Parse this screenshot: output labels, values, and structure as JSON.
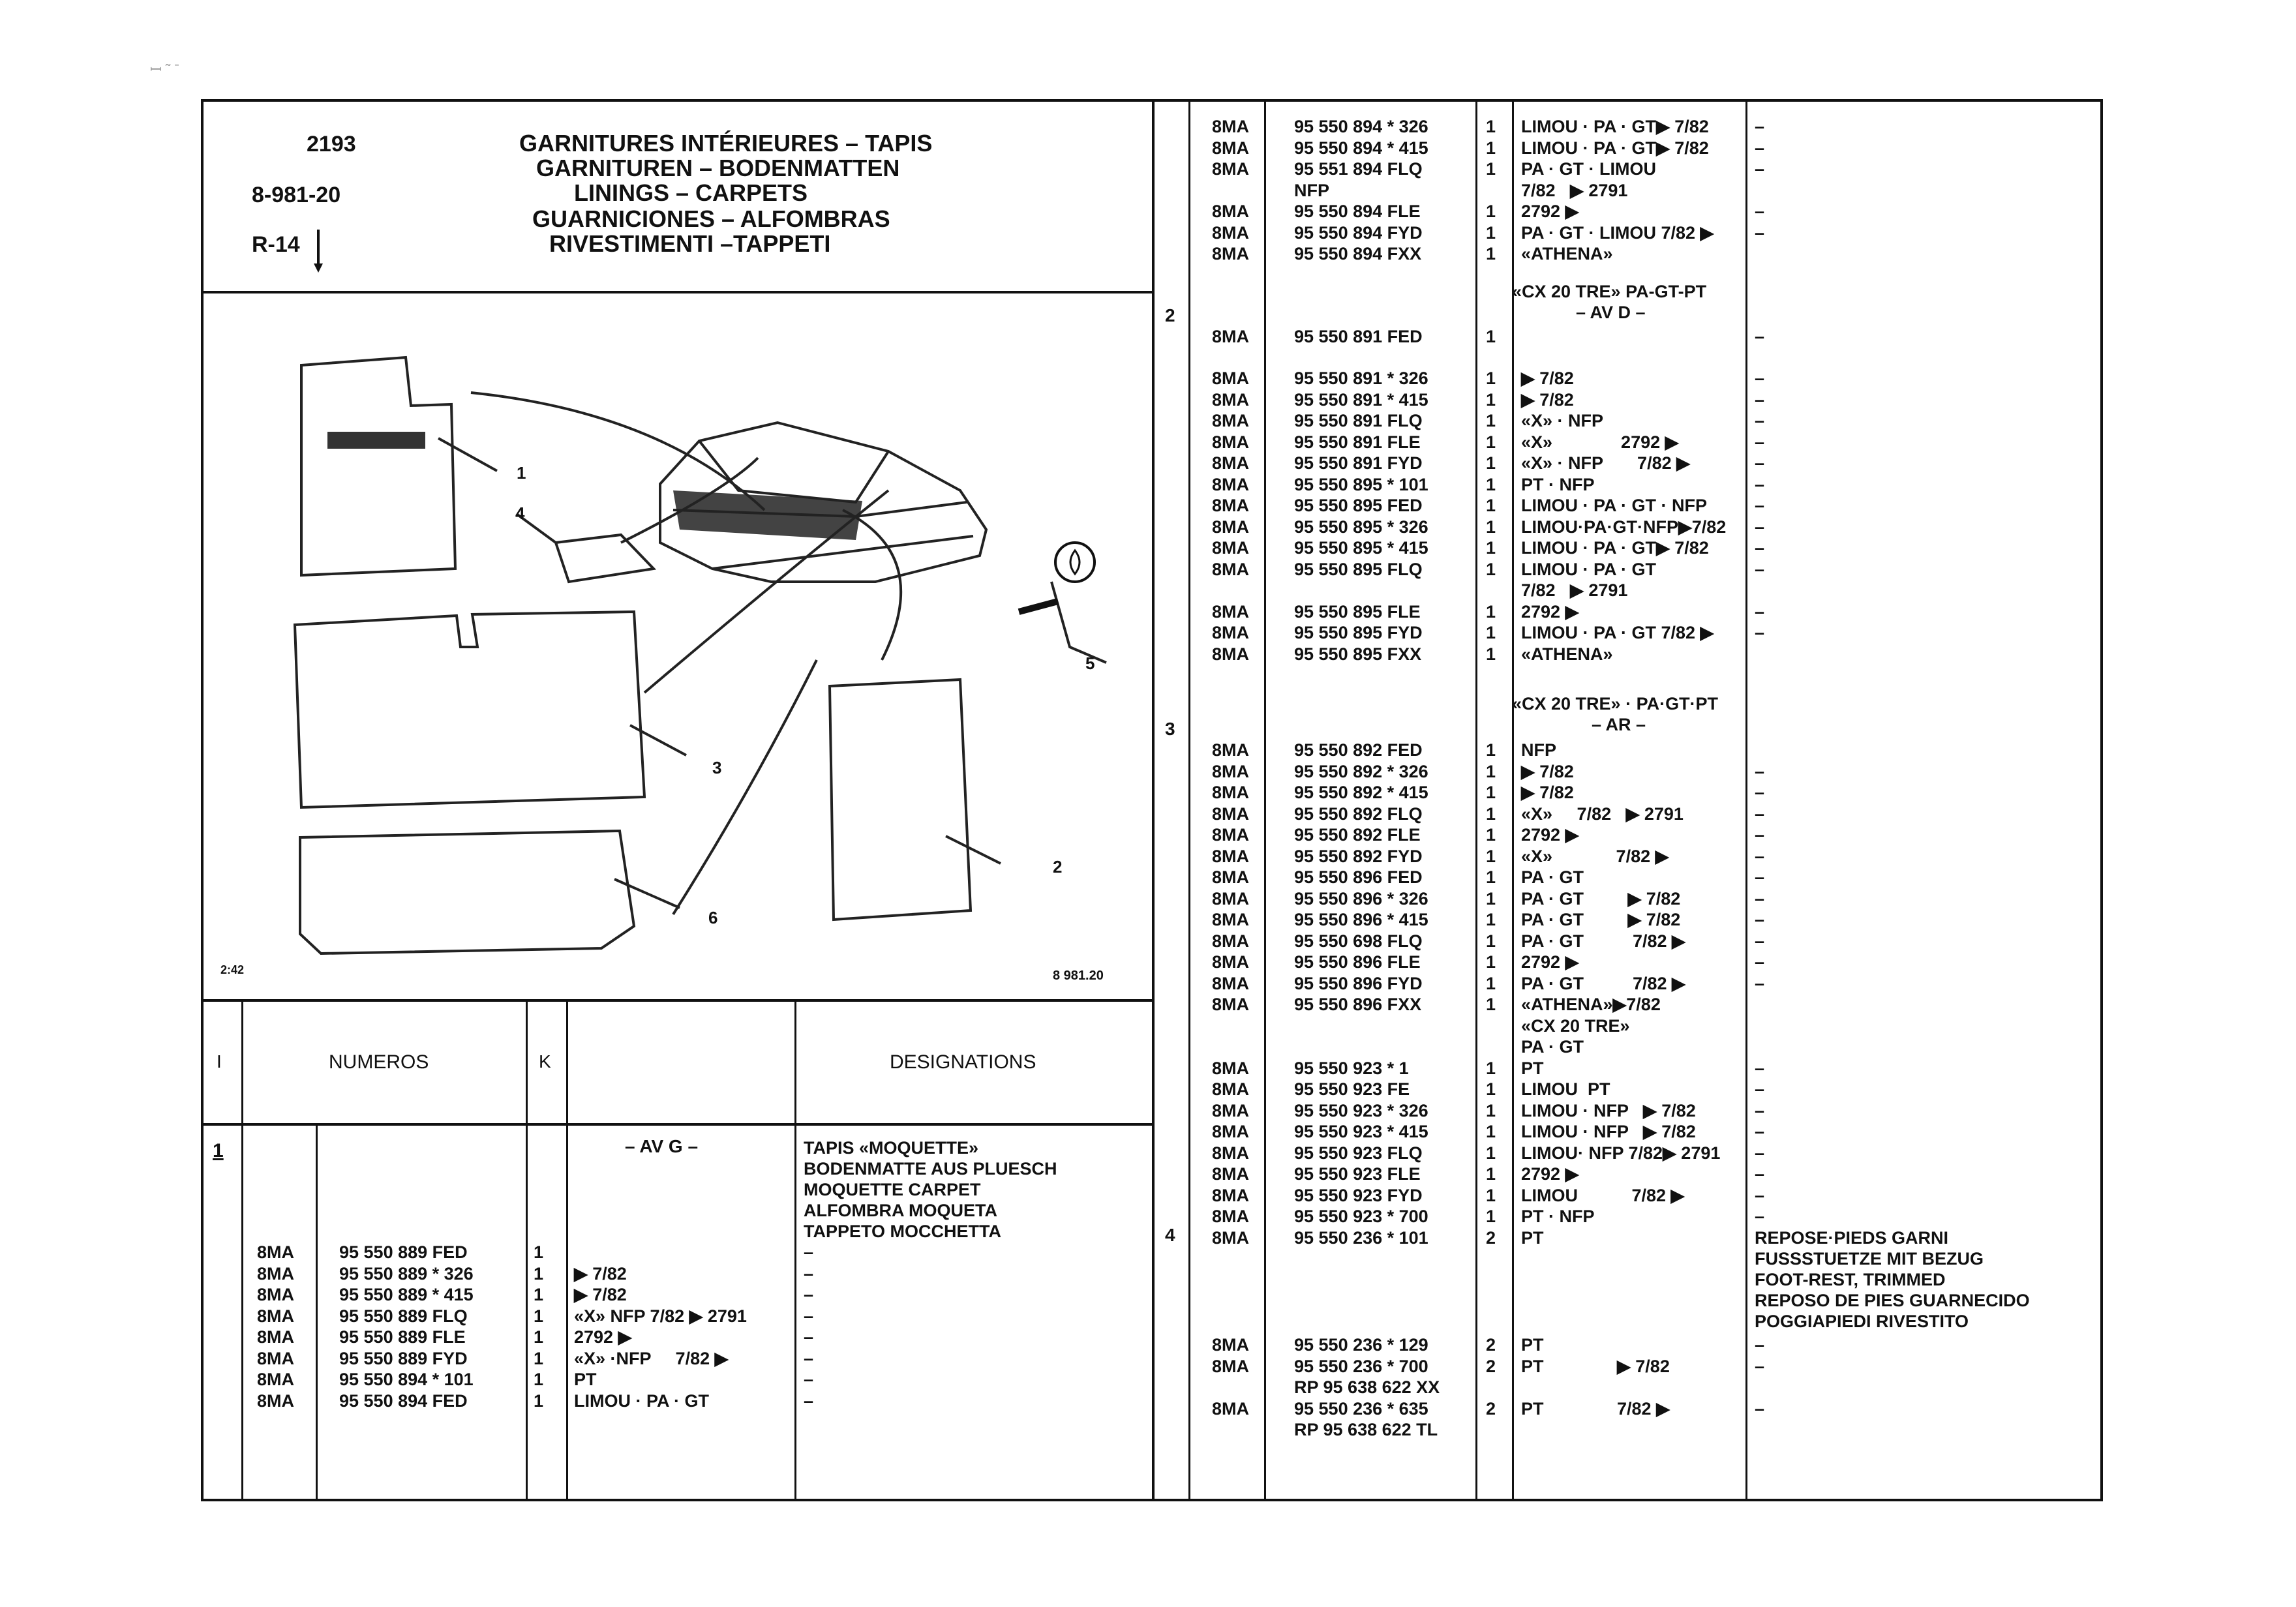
{
  "header": {
    "code": "2193",
    "ref": "8-981-20",
    "range": "R-14",
    "titles": [
      "GARNITURES INTÉRIEURES – TAPIS",
      "GARNITUREN – BODENMATTEN",
      "LININGS – CARPETS",
      "GUARNICIONES – ALFOMBRAS",
      "RIVESTIMENTI –TAPPETI"
    ]
  },
  "figure": {
    "callouts": [
      "1",
      "2",
      "3",
      "4",
      "5",
      "6"
    ],
    "corner_code": "2:42",
    "figure_ref": "8 981.20"
  },
  "table_header": {
    "col_i": "I",
    "col_numeros": "NUMEROS",
    "col_k": "K",
    "col_designations": "DESIGNATIONS"
  },
  "left_section": {
    "index": "1",
    "group": "– AV G –",
    "designation": [
      "TAPIS «MOQUETTE»",
      "BODENMATTE AUS PLUESCH",
      "MOQUETTE CARPET",
      "ALFOMBRA MOQUETA",
      "TAPPETO MOCCHETTA"
    ],
    "rows": [
      {
        "p": "8MA",
        "n": "95 550 889 FED",
        "k": "1",
        "v": "",
        "e": "–"
      },
      {
        "p": "8MA",
        "n": "95 550 889 * 326",
        "k": "1",
        "v": "▶ 7/82",
        "e": "–"
      },
      {
        "p": "8MA",
        "n": "95 550 889 * 415",
        "k": "1",
        "v": "▶ 7/82",
        "e": "–"
      },
      {
        "p": "8MA",
        "n": "95 550 889 FLQ",
        "k": "1",
        "v": "«X» NFP 7/82 ▶ 2791",
        "e": "–"
      },
      {
        "p": "8MA",
        "n": "95 550 889 FLE",
        "k": "1",
        "v": "2792 ▶",
        "e": "–"
      },
      {
        "p": "8MA",
        "n": "95 550 889 FYD",
        "k": "1",
        "v": "«X» ·NFP     7/82 ▶",
        "e": "–"
      },
      {
        "p": "8MA",
        "n": "95 550 894 * 101",
        "k": "1",
        "v": "PT",
        "e": "–"
      },
      {
        "p": "8MA",
        "n": "95 550 894 FED",
        "k": "1",
        "v": "LIMOU · PA · GT",
        "e": "–"
      }
    ]
  },
  "right_section": {
    "indexes": [
      "2",
      "3",
      "4"
    ],
    "rows_a": [
      {
        "p": "8MA",
        "n": "95 550 894 * 326",
        "k": "1",
        "v": "LIMOU · PA · GT▶ 7/82",
        "e": "–"
      },
      {
        "p": "8MA",
        "n": "95 550 894 * 415",
        "k": "1",
        "v": "LIMOU · PA · GT▶ 7/82",
        "e": "–"
      },
      {
        "p": "8MA",
        "n": "95 551 894 FLQ",
        "k": "1",
        "v": "PA · GT · LIMOU",
        "e": "–"
      },
      {
        "p": "",
        "n": "NFP",
        "k": "",
        "v": "7/82   ▶ 2791",
        "e": ""
      },
      {
        "p": "8MA",
        "n": "95 550 894 FLE",
        "k": "1",
        "v": "2792 ▶",
        "e": "–"
      },
      {
        "p": "8MA",
        "n": "95 550 894 FYD",
        "k": "1",
        "v": "PA · GT · LIMOU 7/82 ▶",
        "e": "–"
      },
      {
        "p": "8MA",
        "n": "95 550 894 FXX",
        "k": "1",
        "v": "«ATHENA»",
        "e": ""
      }
    ],
    "group_2": [
      "«CX 20 TRE» PA-GT-PT",
      "– AV D –"
    ],
    "rows_b": [
      {
        "p": "8MA",
        "n": "95 550 891 FED",
        "k": "1",
        "v": "",
        "e": "–"
      }
    ],
    "rows_c": [
      {
        "p": "8MA",
        "n": "95 550 891 * 326",
        "k": "1",
        "v": "▶ 7/82",
        "e": "–"
      },
      {
        "p": "8MA",
        "n": "95 550 891 * 415",
        "k": "1",
        "v": "▶ 7/82",
        "e": "–"
      },
      {
        "p": "8MA",
        "n": "95 550 891 FLQ",
        "k": "1",
        "v": "«X» · NFP",
        "e": "–"
      },
      {
        "p": "8MA",
        "n": "95 550 891 FLE",
        "k": "1",
        "v": "«X»              2792 ▶",
        "e": "–"
      },
      {
        "p": "8MA",
        "n": "95 550 891 FYD",
        "k": "1",
        "v": "«X» · NFP       7/82 ▶",
        "e": "–"
      },
      {
        "p": "8MA",
        "n": "95 550 895 * 101",
        "k": "1",
        "v": "PT · NFP",
        "e": "–"
      },
      {
        "p": "8MA",
        "n": "95 550 895 FED",
        "k": "1",
        "v": "LIMOU · PA · GT · NFP",
        "e": "–"
      },
      {
        "p": "8MA",
        "n": "95 550 895 * 326",
        "k": "1",
        "v": "LIMOU·PA·GT·NFP▶7/82",
        "e": "–"
      },
      {
        "p": "8MA",
        "n": "95 550 895 * 415",
        "k": "1",
        "v": "LIMOU · PA · GT▶ 7/82",
        "e": "–"
      },
      {
        "p": "8MA",
        "n": "95 550 895 FLQ",
        "k": "1",
        "v": "LIMOU · PA · GT",
        "e": "–"
      },
      {
        "p": "",
        "n": "",
        "k": "",
        "v": "7/82   ▶ 2791",
        "e": ""
      },
      {
        "p": "8MA",
        "n": "95 550 895 FLE",
        "k": "1",
        "v": "2792 ▶",
        "e": "–"
      },
      {
        "p": "8MA",
        "n": "95 550 895 FYD",
        "k": "1",
        "v": "LIMOU · PA · GT 7/82 ▶",
        "e": "–"
      },
      {
        "p": "8MA",
        "n": "95 550 895 FXX",
        "k": "1",
        "v": "«ATHENA»",
        "e": ""
      }
    ],
    "group_3": [
      "«CX 20 TRE» · PA·GT·PT",
      "– AR –"
    ],
    "rows_d": [
      {
        "p": "8MA",
        "n": "95 550 892 FED",
        "k": "1",
        "v": "NFP",
        "e": ""
      },
      {
        "p": "8MA",
        "n": "95 550 892 * 326",
        "k": "1",
        "v": "▶ 7/82",
        "e": "–"
      },
      {
        "p": "8MA",
        "n": "95 550 892 * 415",
        "k": "1",
        "v": "▶ 7/82",
        "e": "–"
      },
      {
        "p": "8MA",
        "n": "95 550 892 FLQ",
        "k": "1",
        "v": "«X»     7/82   ▶ 2791",
        "e": "–"
      },
      {
        "p": "8MA",
        "n": "95 550 892 FLE",
        "k": "1",
        "v": "2792 ▶",
        "e": "–"
      },
      {
        "p": "8MA",
        "n": "95 550 892 FYD",
        "k": "1",
        "v": "«X»             7/82 ▶",
        "e": "–"
      },
      {
        "p": "8MA",
        "n": "95 550 896 FED",
        "k": "1",
        "v": "PA · GT",
        "e": "–"
      },
      {
        "p": "8MA",
        "n": "95 550 896 * 326",
        "k": "1",
        "v": "PA · GT         ▶ 7/82",
        "e": "–"
      },
      {
        "p": "8MA",
        "n": "95 550 896 * 415",
        "k": "1",
        "v": "PA · GT         ▶ 7/82",
        "e": "–"
      },
      {
        "p": "8MA",
        "n": "95 550 698 FLQ",
        "k": "1",
        "v": "PA · GT          7/82 ▶",
        "e": "–"
      },
      {
        "p": "8MA",
        "n": "95 550 896 FLE",
        "k": "1",
        "v": "2792 ▶",
        "e": "–"
      },
      {
        "p": "8MA",
        "n": "95 550 896 FYD",
        "k": "1",
        "v": "PA · GT          7/82 ▶",
        "e": "–"
      },
      {
        "p": "8MA",
        "n": "95 550 896 FXX",
        "k": "1",
        "v": "«ATHENA»▶7/82",
        "e": ""
      },
      {
        "p": "",
        "n": "",
        "k": "",
        "v": "«CX 20 TRE»",
        "e": ""
      },
      {
        "p": "",
        "n": "",
        "k": "",
        "v": "PA · GT",
        "e": ""
      },
      {
        "p": "8MA",
        "n": "95 550 923 * 1",
        "k": "1",
        "v": "PT",
        "e": "–"
      },
      {
        "p": "8MA",
        "n": "95 550 923 FE",
        "k": "1",
        "v": "LIMOU  PT",
        "e": "–"
      },
      {
        "p": "8MA",
        "n": "95 550 923 * 326",
        "k": "1",
        "v": "LIMOU · NFP   ▶ 7/82",
        "e": "–"
      },
      {
        "p": "8MA",
        "n": "95 550 923 * 415",
        "k": "1",
        "v": "LIMOU · NFP   ▶ 7/82",
        "e": "–"
      },
      {
        "p": "8MA",
        "n": "95 550 923 FLQ",
        "k": "1",
        "v": "LIMOU· NFP 7/82▶ 2791",
        "e": "–"
      },
      {
        "p": "8MA",
        "n": "95 550 923 FLE",
        "k": "1",
        "v": "2792 ▶",
        "e": "–"
      },
      {
        "p": "8MA",
        "n": "95 550 923 FYD",
        "k": "1",
        "v": "LIMOU           7/82 ▶",
        "e": "–"
      },
      {
        "p": "8MA",
        "n": "95 550 923 * 700",
        "k": "1",
        "v": "PT · NFP",
        "e": "–"
      },
      {
        "p": "8MA",
        "n": "95 550 236 * 101",
        "k": "2",
        "v": "PT",
        "e": ""
      }
    ],
    "designation_4": [
      "REPOSE·PIEDS GARNI",
      "FUSSSTUETZE MIT BEZUG",
      "FOOT-REST, TRIMMED",
      "REPOSO DE PIES GUARNECIDO",
      "POGGIAPIEDI RIVESTITO"
    ],
    "rows_e": [
      {
        "p": "8MA",
        "n": "95 550 236 * 129",
        "k": "2",
        "v": "PT",
        "e": "–"
      },
      {
        "p": "8MA",
        "n": "95 550 236 * 700",
        "k": "2",
        "v": "PT               ▶ 7/82",
        "e": "–"
      },
      {
        "p": "",
        "n": "RP 95 638 622 XX",
        "k": "",
        "v": "",
        "e": ""
      },
      {
        "p": "8MA",
        "n": "95 550 236 * 635",
        "k": "2",
        "v": "PT               7/82 ▶",
        "e": "–"
      },
      {
        "p": "",
        "n": "RP 95 638 622 TL",
        "k": "",
        "v": "",
        "e": ""
      }
    ]
  }
}
